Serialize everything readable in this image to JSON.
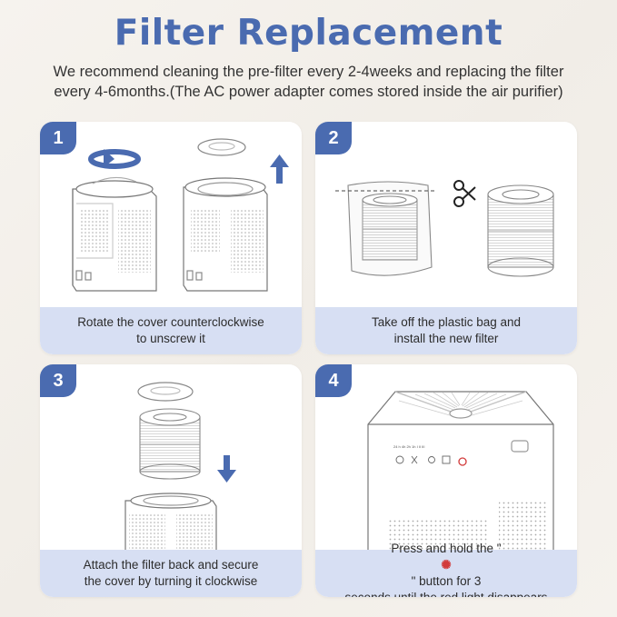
{
  "header": {
    "title": "Filter Replacement",
    "subtitle_line1": "We recommend cleaning the pre-filter every 2-4weeks and replacing the filter",
    "subtitle_line2": "every 4-6months.(The AC power adapter comes stored inside the air purifier)"
  },
  "steps": [
    {
      "number": "1",
      "caption_line1": "Rotate the cover counterclockwise",
      "caption_line2": "to unscrew it"
    },
    {
      "number": "2",
      "caption_line1": "Take off the plastic bag and",
      "caption_line2": "install the new filter"
    },
    {
      "number": "3",
      "caption_line1": "Attach the filter back and secure",
      "caption_line2": "the cover by turning it clockwise"
    },
    {
      "number": "4",
      "caption_line1_pre": "Press and hold the \"",
      "caption_line1_post": "\" button for 3",
      "caption_line2": "seconds until the red light disappears"
    }
  ],
  "colors": {
    "accent": "#4a6bb0",
    "caption_bg": "#d7dff3",
    "button_icon": "#d23a3a"
  },
  "icons": [
    "rotate-arrow-icon",
    "up-arrow-icon",
    "scissors-icon",
    "down-arrow-icon",
    "reset-button-icon"
  ]
}
